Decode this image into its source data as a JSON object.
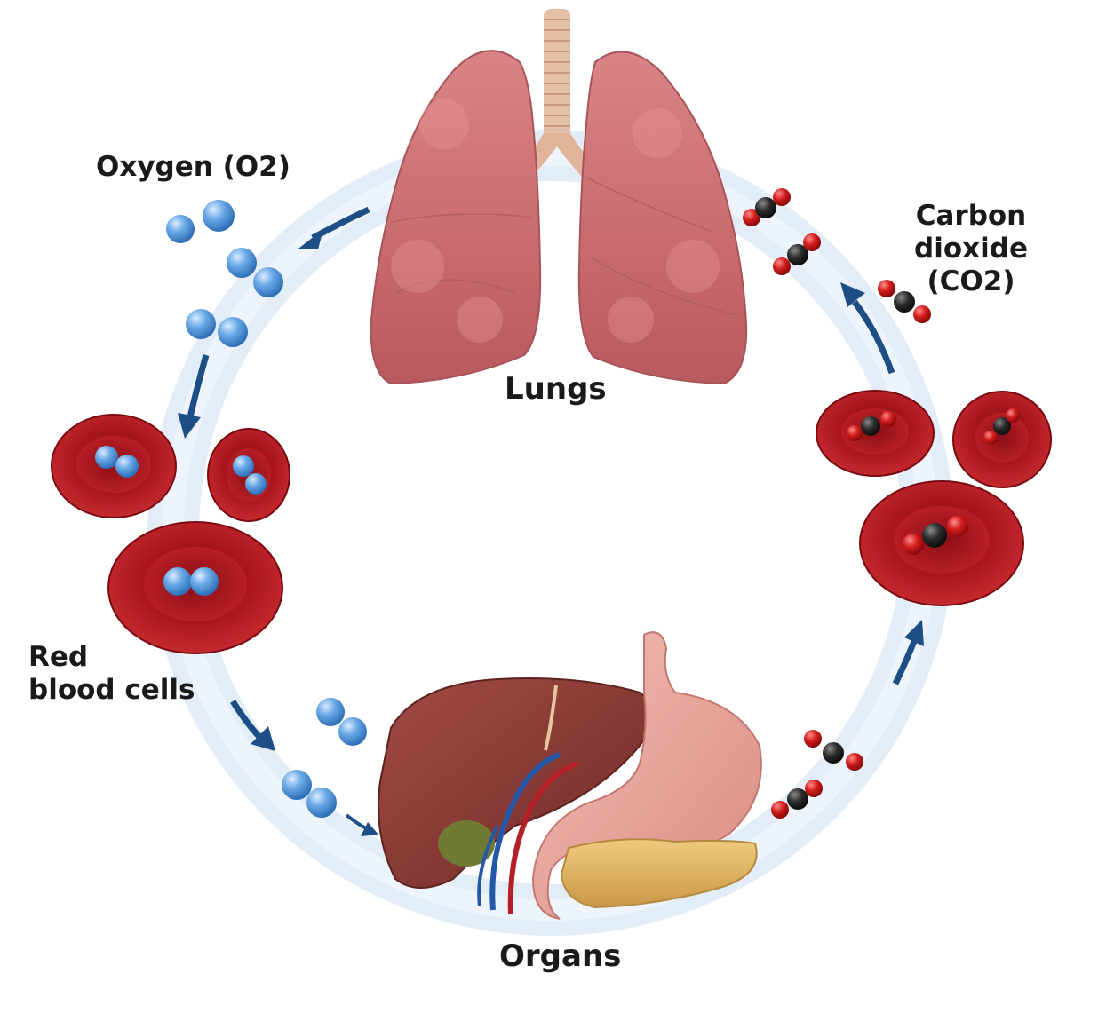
{
  "labels": {
    "oxygen": "Oxygen (O2)",
    "carbon_dioxide_line1": "Carbon dioxide",
    "carbon_dioxide_line2": "(CO2)",
    "lungs": "Lungs",
    "red_blood_cells_line1": "Red",
    "red_blood_cells_line2": "blood cells",
    "organs": "Organs"
  },
  "colors": {
    "cycle_band": "#dde9f6",
    "flow_arrow": "#1d4e86",
    "oxygen_atom": "#5b9fe0",
    "co2_carbon_atom": "#2b2b2b",
    "co2_oxygen_atom": "#d21d1d",
    "red_blood_cell": "#b5171f",
    "lung_tissue": "#cf7676",
    "trachea": "#e6bfa8",
    "liver": "#8c3a34",
    "stomach": "#e8a49b",
    "pancreas": "#e0b664",
    "gallbladder": "#6f7a33"
  }
}
